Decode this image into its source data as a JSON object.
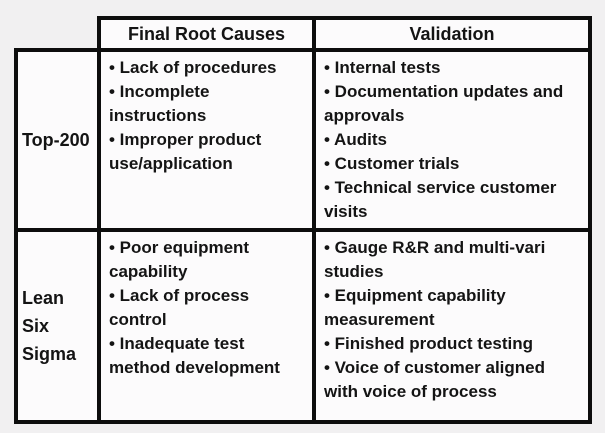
{
  "colors": {
    "page_bg": "#f1f0f1",
    "cell_bg": "#fcfbfc",
    "border_color": "#0d0d0d",
    "text_color": "#141414"
  },
  "table": {
    "bullet": "•",
    "columns": [
      "Final Root Causes",
      "Validation"
    ],
    "rows": [
      {
        "label": "Top-200",
        "causes": [
          "Lack of procedures",
          "Incomplete instructions",
          "Improper product use/application"
        ],
        "validation": [
          "Internal tests",
          "Documentation updates and approvals",
          "Audits",
          "Customer trials",
          "Technical service customer visits"
        ]
      },
      {
        "label": "Lean Six Sigma",
        "causes": [
          "Poor equipment capability",
          "Lack of process control",
          "Inadequate test method development"
        ],
        "validation": [
          "Gauge R&R and multi-vari studies",
          "Equipment capability measurement",
          "Finished product testing",
          "Voice of customer aligned with voice of process"
        ]
      }
    ]
  }
}
